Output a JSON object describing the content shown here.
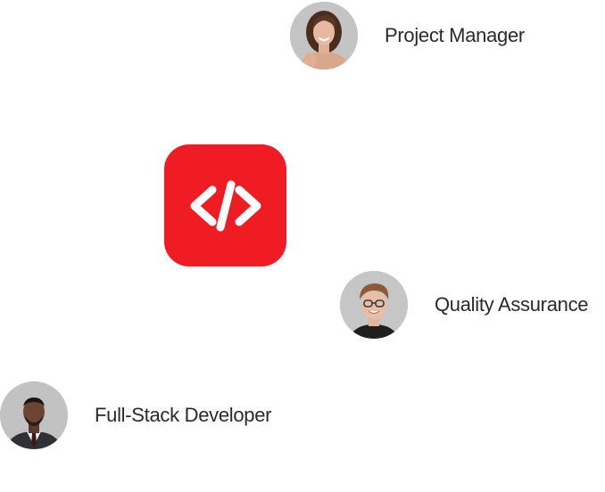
{
  "app": {
    "logo_icon": "code-brackets-icon",
    "logo_color": "#ef1c24"
  },
  "team": [
    {
      "role": "Project Manager",
      "avatar_icon": "woman-portrait-avatar"
    },
    {
      "role": "Quality Assurance",
      "avatar_icon": "man-glasses-portrait-avatar"
    },
    {
      "role": "Full-Stack Developer",
      "avatar_icon": "man-suit-portrait-avatar"
    }
  ]
}
